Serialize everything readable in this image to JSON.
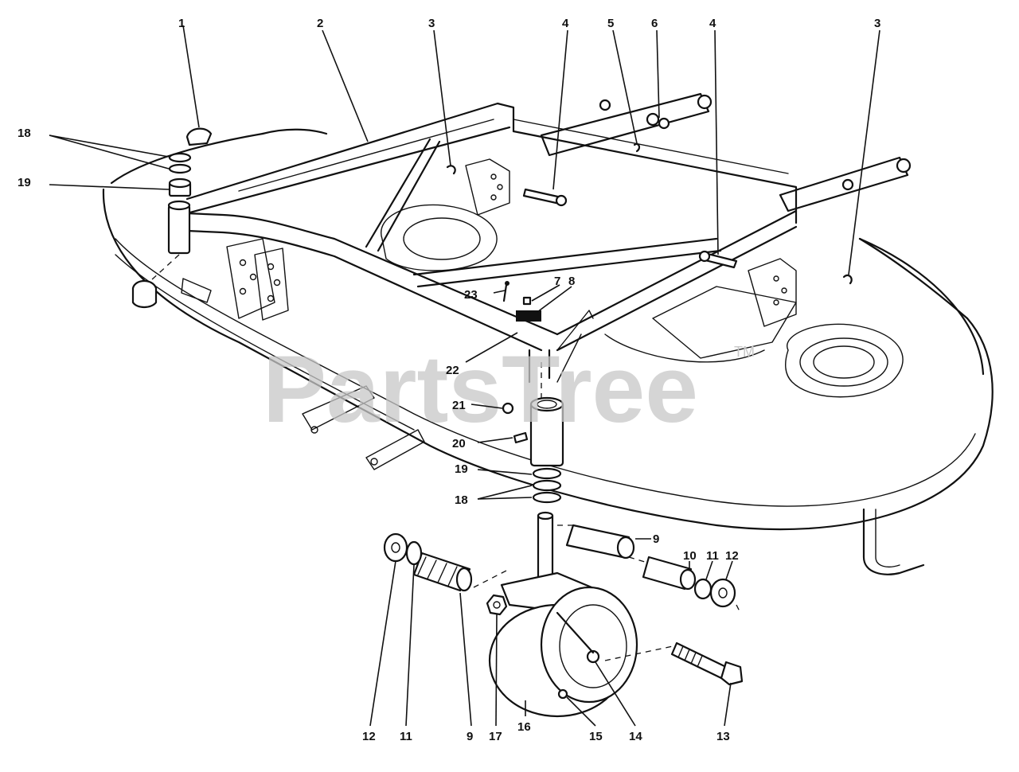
{
  "watermark": {
    "text": "PartsTree",
    "trademark": "TM"
  },
  "callouts": {
    "c1": "1",
    "c2": "2",
    "c3a": "3",
    "c3b": "3",
    "c4a": "4",
    "c4b": "4",
    "c5": "5",
    "c6": "6",
    "c7": "7",
    "c8": "8",
    "c9a": "9",
    "c9b": "9",
    "c10": "10",
    "c11a": "11",
    "c11b": "11",
    "c12a": "12",
    "c12b": "12",
    "c13": "13",
    "c14": "14",
    "c15": "15",
    "c16": "16",
    "c17": "17",
    "c18a": "18",
    "c18b": "18",
    "c19a": "19",
    "c19b": "19",
    "c20": "20",
    "c21": "21",
    "c22": "22",
    "c23": "23"
  }
}
